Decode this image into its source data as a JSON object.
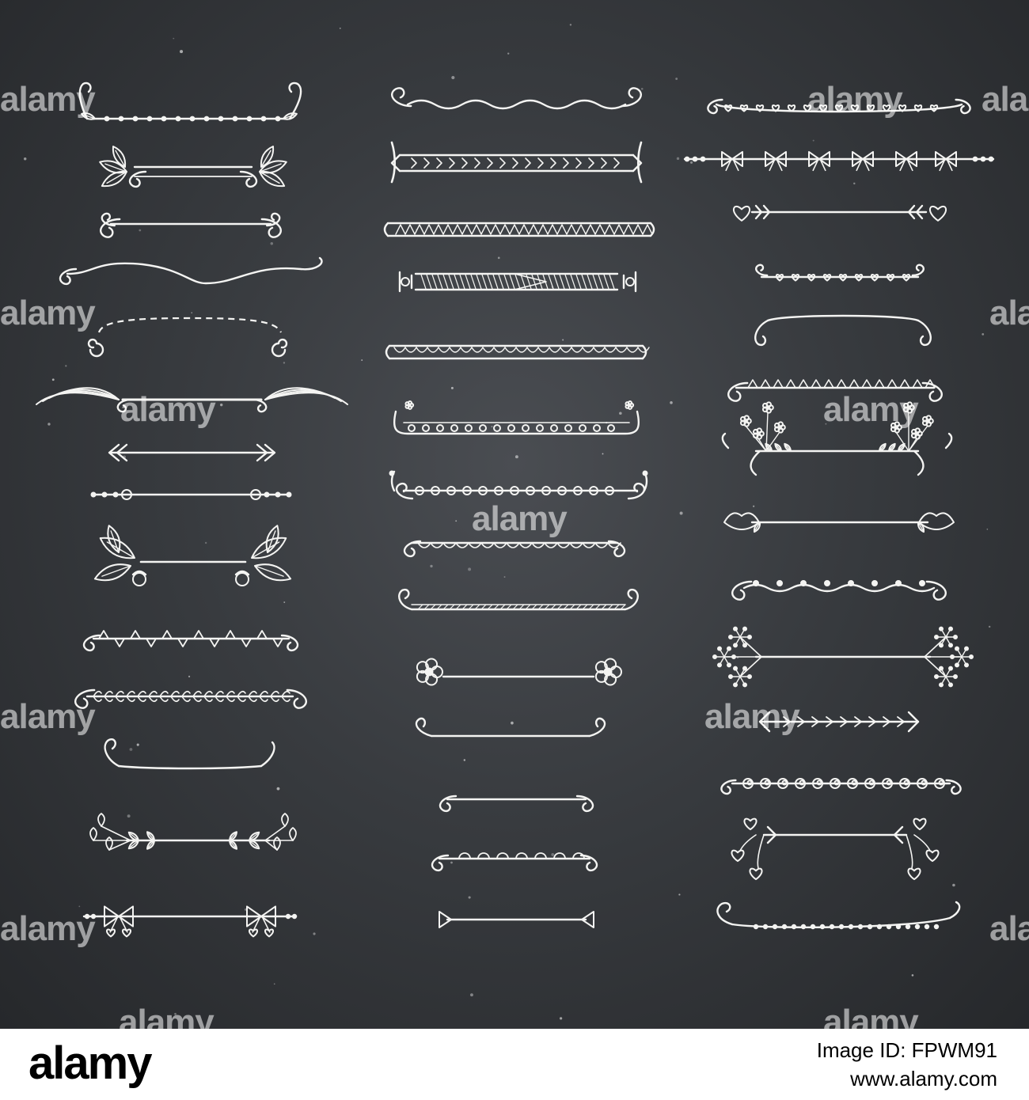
{
  "watermark": {
    "text": "alamy"
  },
  "footer": {
    "logo": "alamy",
    "image_id": "Image ID: FPWM91",
    "url": "www.alamy.com"
  },
  "colors": {
    "chalk": "#f4f4f2",
    "board": "#383b3f"
  },
  "dividers": [
    "scroll-dotted",
    "leaf-corners",
    "curled-bracket",
    "wave-swash",
    "dashed-spiral",
    "winged",
    "arrow",
    "dot-ended",
    "oak-acorn",
    "triangle-row",
    "fern-row",
    "hanging-curl",
    "tulip-branch",
    "bow-knot",
    "wave-top",
    "braided-band",
    "zigzag-band",
    "striped-band",
    "scallop-band",
    "bead-band",
    "beads-ornate",
    "scallop-hang",
    "hatched-curl",
    "flower-ended",
    "curl-loop",
    "plain-curl",
    "bubble-curl",
    "triangle-ended",
    "hearts-row",
    "bows-row",
    "heart-arrow",
    "heart-chain",
    "plain-swoop",
    "triangle-band",
    "daisy-bouquet",
    "tulip-ended",
    "swirl-dots",
    "dandelion",
    "arrow-hearts",
    "swirl-chain",
    "heart-branch",
    "pearl-swoop"
  ]
}
